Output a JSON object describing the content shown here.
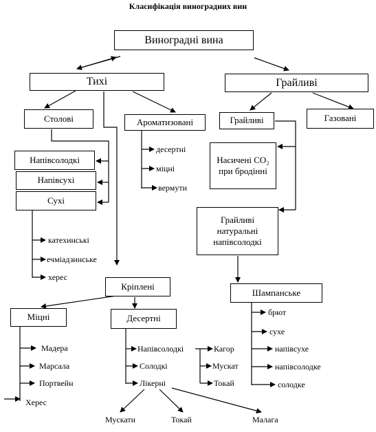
{
  "title": "Класифікація виноградних вин",
  "boxes": {
    "root": "Виноградні вина",
    "still": "Тихі",
    "sparkling": "Грайливі",
    "table": "Столові",
    "aromatized": "Ароматизовані",
    "sparkling_sub": "Грайливі",
    "carbonated": "Газовані",
    "semisweet": "Напівсолодкі",
    "semidry": "Напівсухі",
    "dry": "Сухі",
    "saturated_co2": "Насичені CO₂ при бродінні",
    "sparkling_natural": "Грайливі натуральні напівсолодкі",
    "fortified": "Кріплені",
    "strong": "Міцні",
    "dessert": "Десертні",
    "champagne": "Шампанське"
  },
  "labels": {
    "aromatized_items": [
      "десертні",
      "міцні",
      "вермути"
    ],
    "dry_items": [
      "катехинські",
      "ечміадзинське",
      "херес"
    ],
    "strong_items": [
      "Мадера",
      "Марсала",
      "Портвейн",
      "Херес"
    ],
    "dessert_items": [
      "Напівсолодкі",
      "Солодкі",
      "Лікерні"
    ],
    "semisweet_examples": [
      "Кагор",
      "Мускат",
      "Токай"
    ],
    "liqueur_examples": [
      "Мускати",
      "Токай",
      "Малага"
    ],
    "champagne_items": [
      "брют",
      "сухе",
      "напівсухе",
      "напівсолодке",
      "солодке"
    ]
  }
}
